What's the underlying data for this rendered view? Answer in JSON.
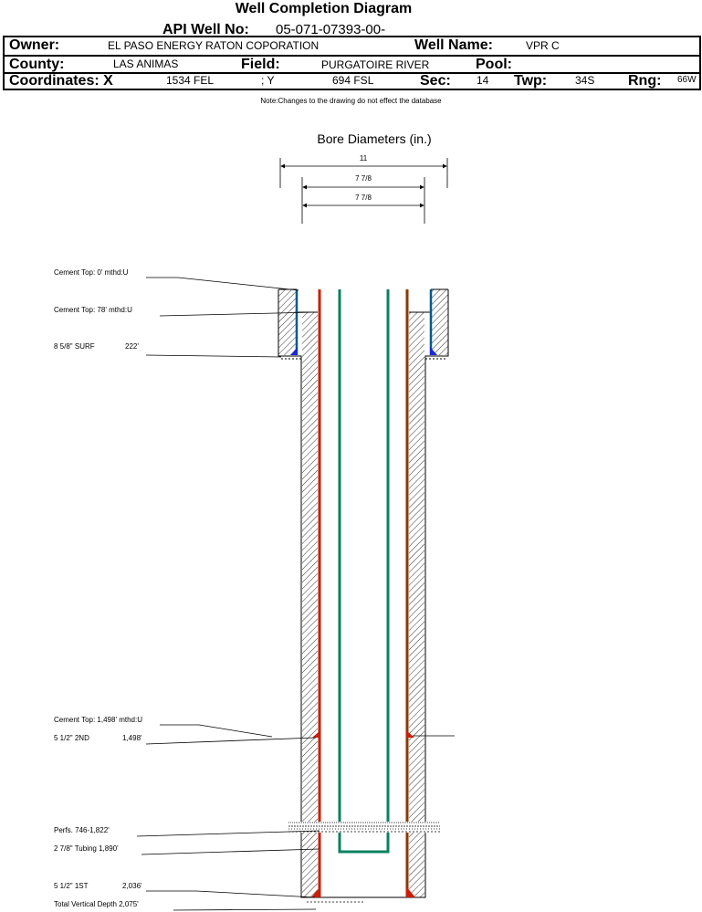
{
  "title": "Well Completion Diagram",
  "header": {
    "api_label": "API Well No:",
    "api_value": "05-071-07393-00-",
    "owner_label": "Owner:",
    "owner_value": "EL PASO ENERGY RATON COPORATION",
    "wellname_label": "Well Name:",
    "wellname_value": "VPR C",
    "county_label": "County:",
    "county_value": "LAS ANIMAS",
    "field_label": "Field:",
    "field_value": "PURGATOIRE RIVER",
    "pool_label": "Pool:",
    "pool_value": "",
    "coord_label": "Coordinates: X",
    "coord_x": "1534 FEL",
    "coord_y_label": "; Y",
    "coord_y": "694 FSL",
    "sec_label": "Sec:",
    "sec_value": "14",
    "twp_label": "Twp:",
    "twp_value": "34S",
    "rng_label": "Rng:",
    "rng_value": "66W"
  },
  "note": "Note:Changes to the drawing do not effect the database",
  "bore": {
    "title": "Bore Diameters (in.)",
    "dims": [
      "11",
      "7 7/8",
      "7 7/8"
    ]
  },
  "labels": {
    "cement_top_1": "Cement Top: 0' mthd:U",
    "cement_top_2": "Cement Top: 78' mthd:U",
    "surf": "8 5/8\" SURF",
    "surf_depth": "222'",
    "cement_top_3": "Cement Top: 1,498' mthd:U",
    "second": "5 1/2\" 2ND",
    "second_depth": "1,498'",
    "perfs": "Perfs. 746-1,822'",
    "tubing": "2 7/8\" Tubing 1,890'",
    "first": "5 1/2\" 1ST",
    "first_depth": "2,036'",
    "tvd": "Total Vertical Depth 2,075'"
  },
  "colors": {
    "surface_casing": "#005a8c",
    "production_casing_left": "#c8200a",
    "production_casing_right": "#8a3a05",
    "tubing": "#0a8060",
    "shoe": "#1a2ad0",
    "hatch": "#000000"
  }
}
